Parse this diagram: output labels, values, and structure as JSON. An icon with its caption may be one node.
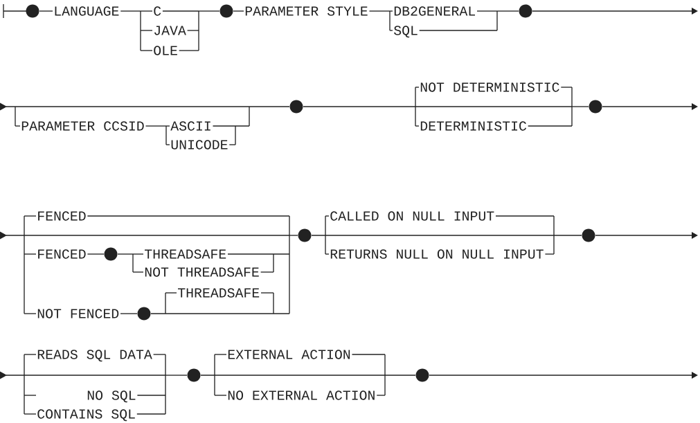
{
  "diagram": {
    "labels": [
      "LANGUAGE",
      "C",
      "JAVA",
      "OLE",
      "PARAMETER STYLE",
      "DB2GENERAL",
      "SQL",
      "NOT DETERMINISTIC",
      "PARAMETER CCSID",
      "ASCII",
      "DETERMINISTIC",
      "UNICODE",
      "FENCED",
      "CALLED ON NULL INPUT",
      "FENCED",
      "THREADSAFE",
      "RETURNS NULL ON NULL INPUT",
      "NOT THREADSAFE",
      "THREADSAFE",
      "NOT FENCED",
      "READS SQL DATA",
      "EXTERNAL ACTION",
      "NO SQL",
      "NO EXTERNAL ACTION",
      "CONTAINS SQL"
    ]
  }
}
